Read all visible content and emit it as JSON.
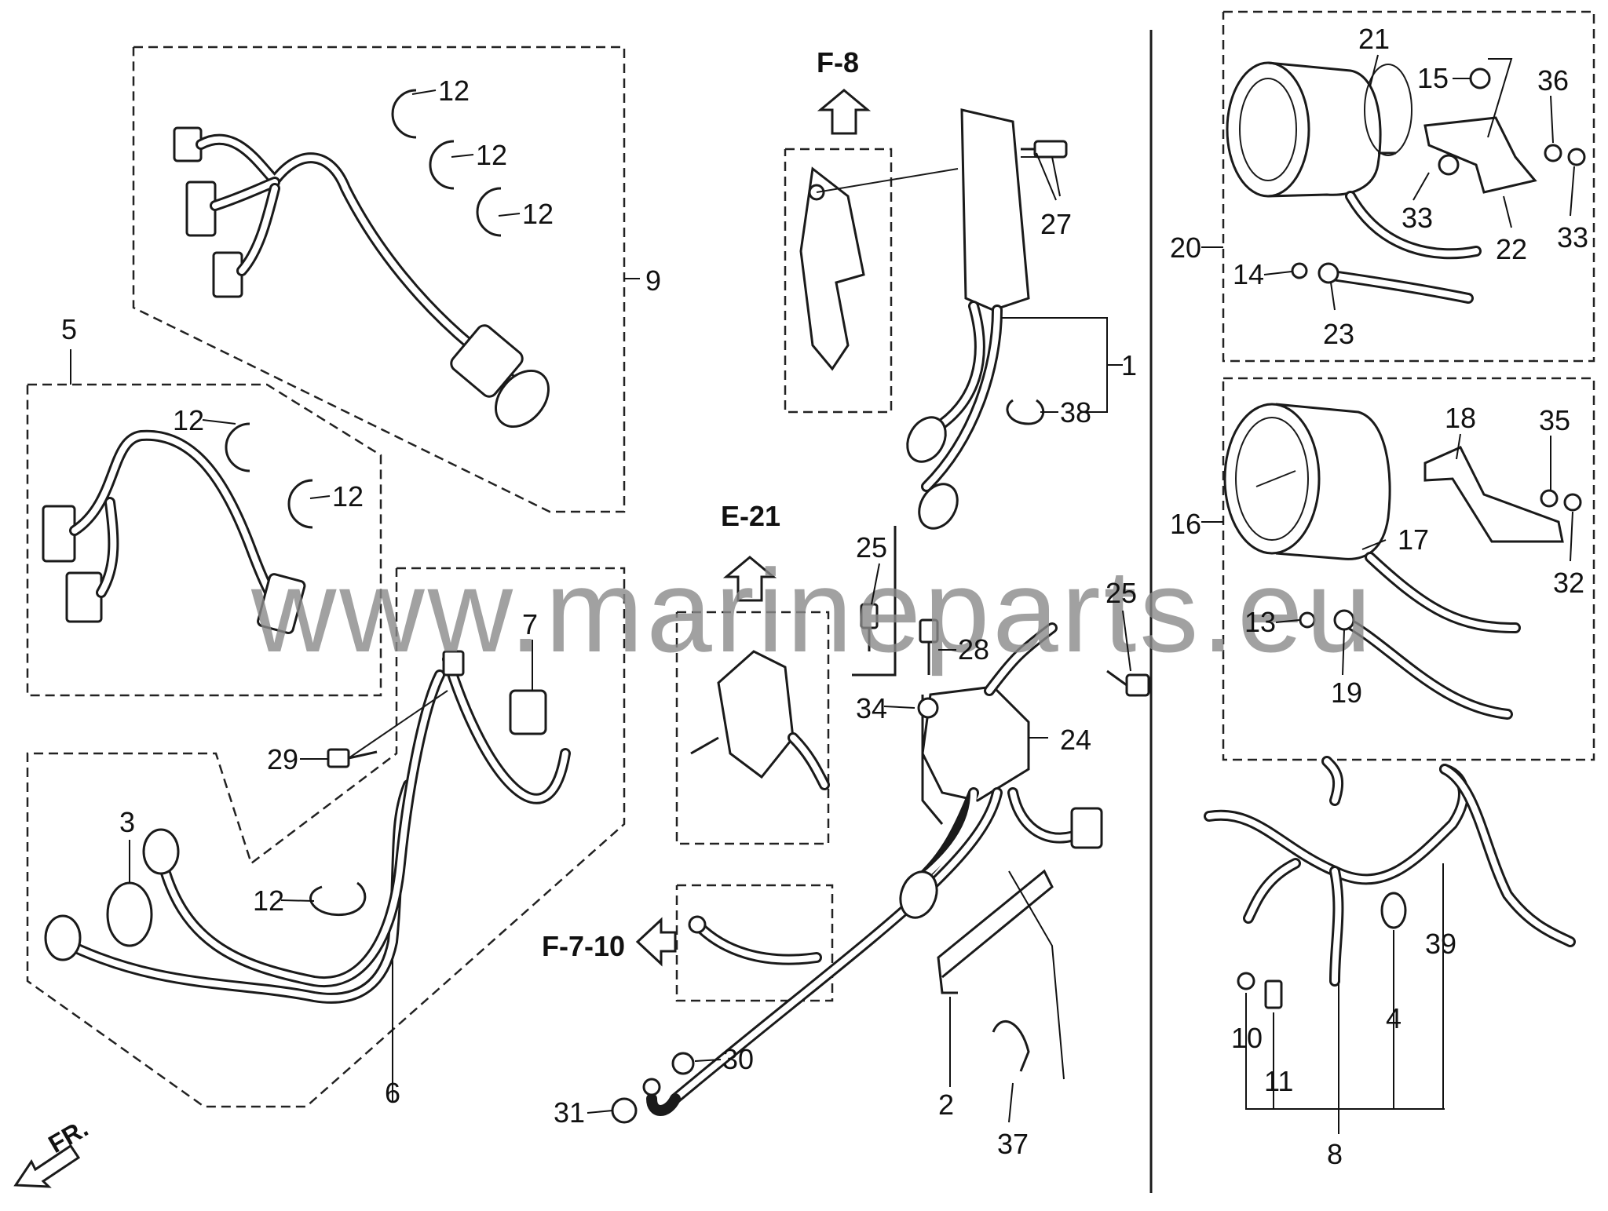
{
  "watermark": "www.marineparts.eu",
  "references": {
    "f8": "F-8",
    "e21": "E-21",
    "f710": "F-7-10"
  },
  "front_marker": "FR.",
  "callouts": {
    "c1": "1",
    "c2": "2",
    "c3": "3",
    "c4": "4",
    "c5": "5",
    "c6": "6",
    "c7": "7",
    "c8": "8",
    "c9": "9",
    "c10": "10",
    "c11": "11",
    "c12a": "12",
    "c12b": "12",
    "c12c": "12",
    "c12d": "12",
    "c12e": "12",
    "c12f": "12",
    "c13": "13",
    "c14": "14",
    "c15": "15",
    "c16": "16",
    "c17": "17",
    "c18": "18",
    "c19": "19",
    "c20": "20",
    "c21": "21",
    "c22": "22",
    "c23": "23",
    "c24": "24",
    "c25a": "25",
    "c25b": "25",
    "c27": "27",
    "c28": "28",
    "c29": "29",
    "c30": "30",
    "c31": "31",
    "c32": "32",
    "c33a": "33",
    "c33b": "33",
    "c34": "34",
    "c35": "35",
    "c36": "36",
    "c37": "37",
    "c38": "38",
    "c39": "39"
  }
}
